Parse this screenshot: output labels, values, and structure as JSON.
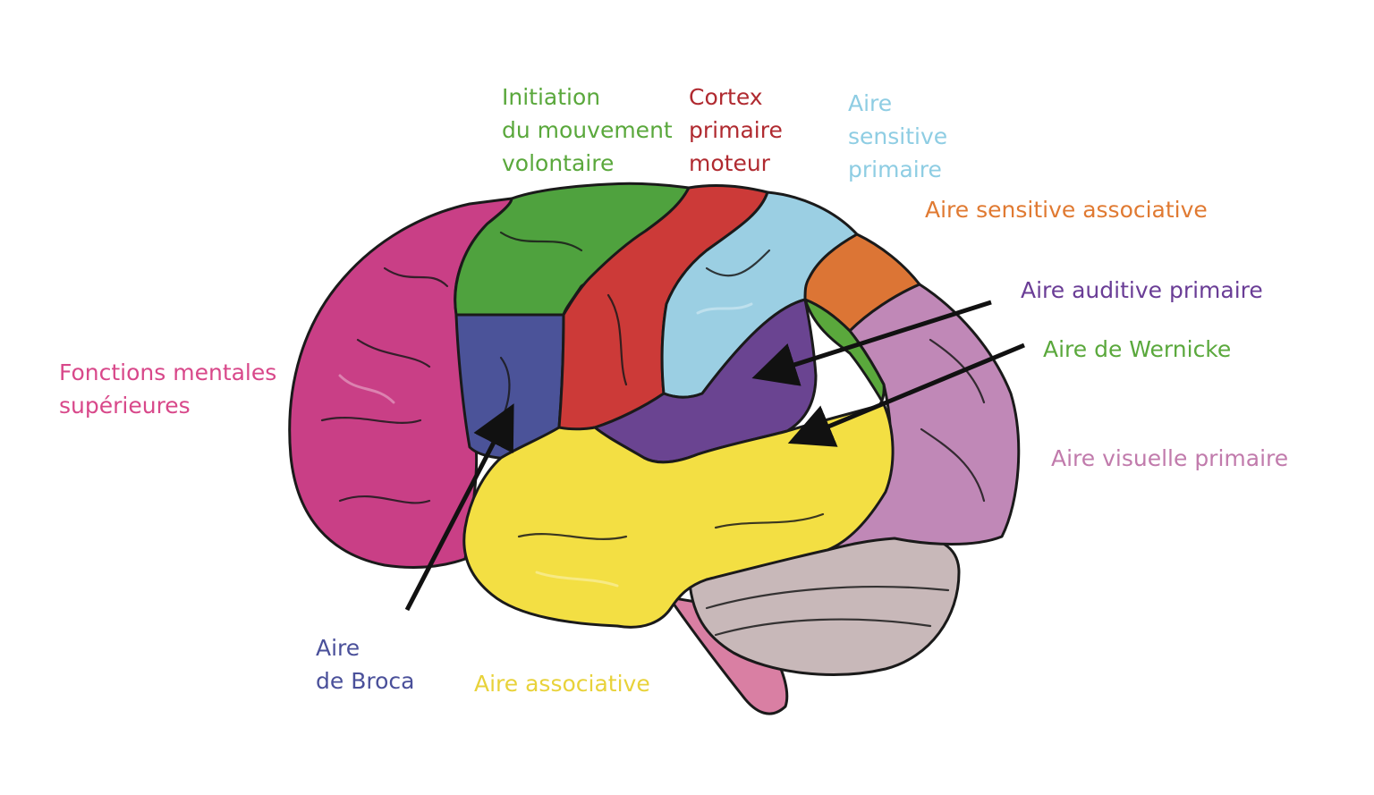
{
  "diagram": {
    "labels": {
      "initiation": {
        "lines": [
          "Initiation",
          "du mouvement",
          "volontaire"
        ],
        "color": "#5aa83c"
      },
      "cortex_moteur": {
        "lines": [
          "Cortex",
          "primaire",
          "moteur"
        ],
        "color": "#b02a30"
      },
      "sensitive_primaire": {
        "lines": [
          "Aire",
          "sensitive",
          "primaire"
        ],
        "color": "#8ecde3"
      },
      "sensitive_associative": {
        "lines": [
          "Aire sensitive associative"
        ],
        "color": "#e07a32"
      },
      "auditive": {
        "lines": [
          "Aire auditive primaire"
        ],
        "color": "#6a3d96"
      },
      "wernicke": {
        "lines": [
          "Aire de Wernicke"
        ],
        "color": "#5aa83c"
      },
      "visuelle": {
        "lines": [
          "Aire visuelle primaire"
        ],
        "color": "#c17bac"
      },
      "fonctions_mentales": {
        "lines": [
          "Fonctions mentales",
          "supérieures"
        ],
        "color": "#d8488a"
      },
      "broca": {
        "lines": [
          "Aire",
          "de Broca"
        ],
        "color": "#4a509a"
      },
      "associative": {
        "lines": [
          "Aire associative"
        ],
        "color": "#e8d23a"
      }
    },
    "region_colors": {
      "prefrontal": "#c93f86",
      "premotor": "#4fa23e",
      "broca": "#4b5399",
      "motor": "#cc3a38",
      "sensory": "#9bcfe3",
      "sensory_assoc": "#dc7535",
      "auditory": "#6a4491",
      "wernicke": "#5aa83c",
      "associative": "#f3df43",
      "visual": "#c088b7",
      "cerebellum": "#c8b8b9",
      "brainstem": "#d97fa3",
      "outline": "#1a1a1a",
      "arrow": "#111111"
    }
  }
}
